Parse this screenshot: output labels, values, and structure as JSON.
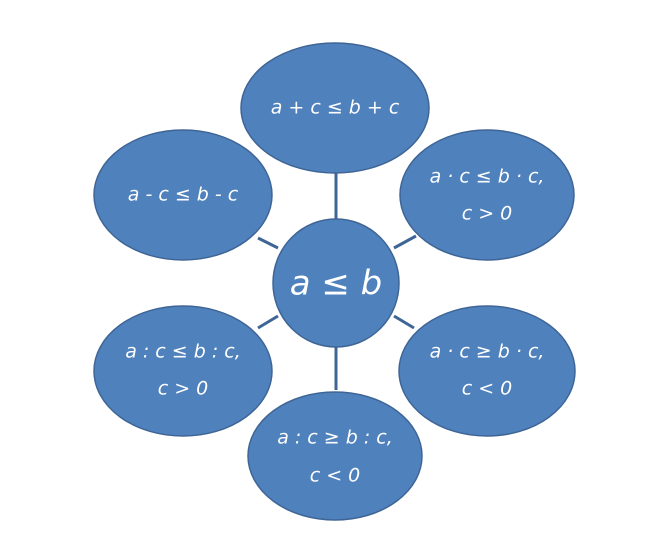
{
  "diagram": {
    "center": {
      "label": "a ≤ b"
    },
    "nodes": {
      "top": {
        "line1": "a + c ≤ b + c",
        "line2": ""
      },
      "upper_left": {
        "line1": "a - c ≤ b - c",
        "line2": ""
      },
      "upper_right": {
        "line1": "a · c ≤ b · c,",
        "line2": "c > 0"
      },
      "lower_left": {
        "line1": "a : c ≤ b : c,",
        "line2": "c > 0"
      },
      "lower_right": {
        "line1": "a · c ≥ b · c,",
        "line2": "c < 0"
      },
      "bottom": {
        "line1": "a : c ≥ b : c,",
        "line2": "c < 0"
      }
    },
    "colors": {
      "fill": "#4f81bd",
      "stroke": "#3f6596",
      "text": "#ffffff"
    }
  }
}
